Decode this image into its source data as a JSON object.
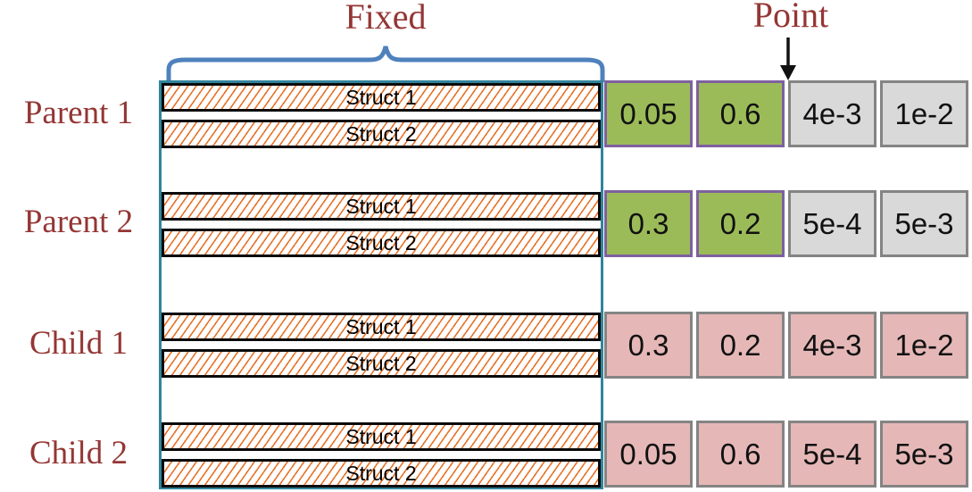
{
  "annotations": {
    "fixed": "Fixed",
    "point": "Point"
  },
  "rows": [
    {
      "label": "Parent 1",
      "structs": [
        "Struct 1",
        "Struct 2"
      ],
      "cells": [
        {
          "value": "0.05"
        },
        {
          "value": "0.6"
        },
        {
          "value": "4e-3"
        },
        {
          "value": "1e-2"
        }
      ]
    },
    {
      "label": "Parent 2",
      "structs": [
        "Struct 1",
        "Struct 2"
      ],
      "cells": [
        {
          "value": "0.3"
        },
        {
          "value": "0.2"
        },
        {
          "value": "5e-4"
        },
        {
          "value": "5e-3"
        }
      ]
    },
    {
      "label": "Child 1",
      "structs": [
        "Struct 1",
        "Struct 2"
      ],
      "cells": [
        {
          "value": "0.3"
        },
        {
          "value": "0.2"
        },
        {
          "value": "4e-3"
        },
        {
          "value": "1e-2"
        }
      ]
    },
    {
      "label": "Child 2",
      "structs": [
        "Struct 1",
        "Struct 2"
      ],
      "cells": [
        {
          "value": "0.05"
        },
        {
          "value": "0.6"
        },
        {
          "value": "5e-4"
        },
        {
          "value": "5e-3"
        }
      ]
    }
  ],
  "colors": {
    "label_dark_red": "#943634",
    "brace_blue": "#4F81BD",
    "fixed_box_teal": "#31849B",
    "hatch_orange": "#E8732A",
    "bar_border_black": "#0A0A0A",
    "fixed_param_cell_green": "#9BBB59",
    "fixed_param_border_purple": "#7E60A0",
    "crossed_param_cell_gray": "#D9D9D9",
    "child_param_cell_pink": "#E5B8B7",
    "param_cell_border_gray": "#848484"
  }
}
